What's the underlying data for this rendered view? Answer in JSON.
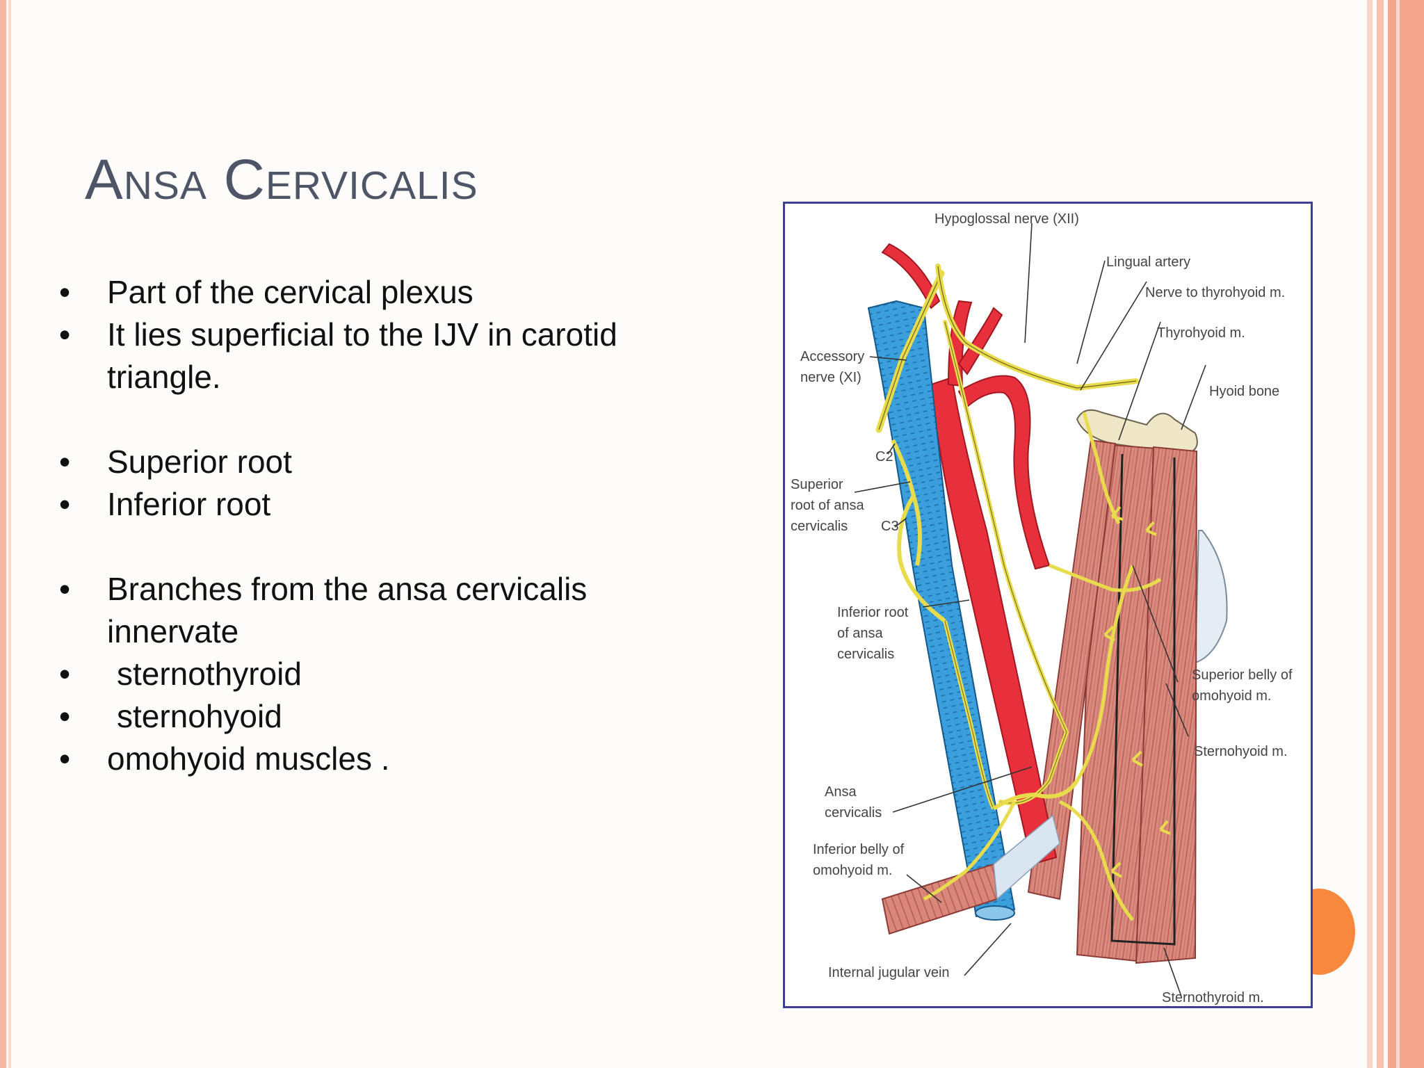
{
  "slide": {
    "title": "Ansa Cervicalis",
    "bullets": [
      "Part of the  cervical plexus",
      "",
      "It lies superficial to the IJV in carotid triangle.",
      "Superior root",
      "Inferior root",
      "Branches from the ansa cervicalis innervate",
      "sternothyroid",
      "sternohyoid",
      "omohyoid muscles ."
    ]
  },
  "figure": {
    "labels": {
      "hypoglossal": "Hypoglossal nerve (XII)",
      "lingual": "Lingual artery",
      "nerve_thyrohyoid": "Nerve to thyrohyoid m.",
      "thyrohyoid": "Thyrohyoid m.",
      "hyoid": "Hyoid bone",
      "accessory_1": "Accessory",
      "accessory_2": "nerve (XI)",
      "c2": "C2",
      "superior_root_1": "Superior",
      "superior_root_2": "root of ansa",
      "superior_root_3": "cervicalis",
      "c3": "C3",
      "inferior_root_1": "Inferior root",
      "inferior_root_2": "of ansa",
      "inferior_root_3": "cervicalis",
      "sup_belly_1": "Superior belly of",
      "sup_belly_2": "omohyoid m.",
      "sternohyoid": "Sternohyoid m.",
      "ansa_1": "Ansa",
      "ansa_2": "cervicalis",
      "inf_belly_1": "Inferior belly of",
      "inf_belly_2": "omohyoid m.",
      "ijv": "Internal jugular vein",
      "sternothyroid": "Sternothyroid m."
    }
  },
  "colors": {
    "title": "#4e5566",
    "frame": "#f4a78f",
    "accent_dot": "#f7883e",
    "figure_border": "#3c3f94",
    "vein": "#3a9fdc",
    "artery": "#e8303c",
    "nerve": "#e9dc4c",
    "muscle": "#d98a7e"
  }
}
